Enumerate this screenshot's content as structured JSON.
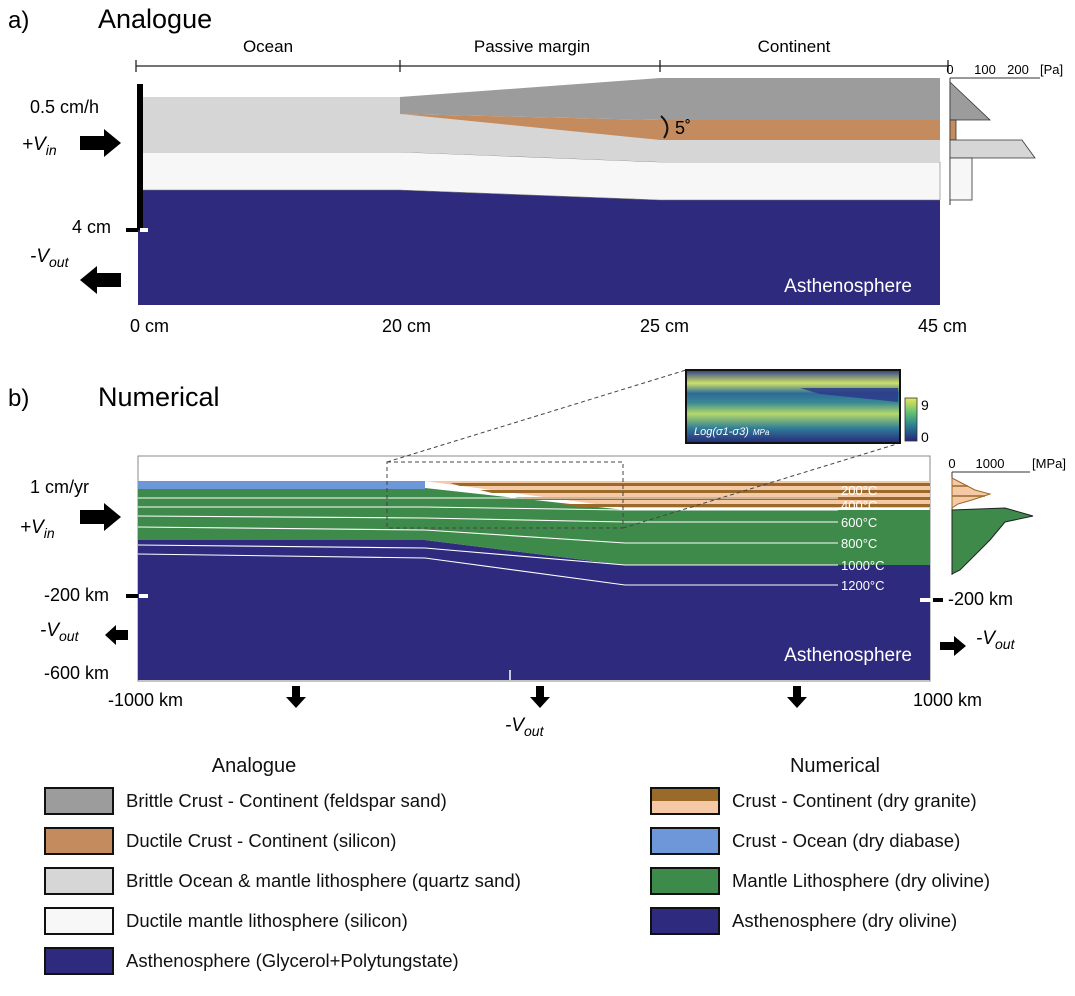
{
  "panel_a": {
    "letter": "a)",
    "title": "Analogue",
    "zones": [
      "Ocean",
      "Passive margin",
      "Continent"
    ],
    "velocity_in_value": "0.5 cm/h",
    "velocity_in_sign": "+V",
    "velocity_in_sub": "in",
    "velocity_out_sign": "-V",
    "velocity_out_sub": "out",
    "depth_label": "4 cm",
    "angle_label": "5˚",
    "layer_label": "Asthenosphere",
    "x_ticks": [
      "0 cm",
      "20 cm",
      "25 cm",
      "45 cm"
    ],
    "strength_axis": {
      "ticks": [
        "0",
        "100",
        "200"
      ],
      "unit": "[Pa]"
    }
  },
  "panel_b": {
    "letter": "b)",
    "title": "Numerical",
    "velocity_in_value": "1 cm/yr",
    "velocity_in_sign": "+V",
    "velocity_in_sub": "in",
    "velocity_out_sign": "-V",
    "velocity_out_sub": "out",
    "depth_labels": [
      "-200 km",
      "-600 km"
    ],
    "right_depth_label": "-200 km",
    "isotherms": [
      "200°C",
      "400°C",
      "600°C",
      "800°C",
      "1000°C",
      "1200°C"
    ],
    "layer_label": "Asthenosphere",
    "x_ticks": [
      "-1000 km",
      "1000 km"
    ],
    "inset": {
      "label": "Log(σ1-σ3)",
      "unit": "MPa",
      "colorbar_ticks": [
        "9",
        "0"
      ]
    },
    "strength_axis": {
      "ticks": [
        "0",
        "1000"
      ],
      "unit": "[MPa]"
    }
  },
  "legend_analogue": {
    "title": "Analogue",
    "items": [
      {
        "label": "Brittle Crust - Continent (feldspar sand)",
        "color": "#9c9c9c"
      },
      {
        "label": "Ductile Crust - Continent (silicon)",
        "color": "#c48b5e"
      },
      {
        "label": "Brittle Ocean & mantle lithosphere (quartz sand)",
        "color": "#d6d6d6"
      },
      {
        "label": "Ductile mantle lithosphere (silicon)",
        "color": "#f7f7f7"
      },
      {
        "label": "Asthenosphere (Glycerol+Polytungstate)",
        "color": "#2e2a7e"
      }
    ]
  },
  "legend_numerical": {
    "title": "Numerical",
    "items": [
      {
        "label": "Crust - Continent (dry granite)",
        "color_top": "#9a6a2a",
        "color_bottom": "#f6c9a6"
      },
      {
        "label": "Crust - Ocean (dry diabase)",
        "color": "#6d97d9"
      },
      {
        "label": "Mantle Lithosphere (dry olivine)",
        "color": "#3e8a4a"
      },
      {
        "label": "Asthenosphere (dry olivine)",
        "color": "#2e2a7e"
      }
    ]
  },
  "colors": {
    "asthenosphere": "#2e2a7e",
    "brittle_crust": "#9c9c9c",
    "ductile_crust": "#c48b5e",
    "brittle_ocean": "#d6d6d6",
    "ductile_mantle": "#f7f7f7",
    "crust_ocean": "#6d97d9",
    "crust_cont_dark": "#9a6a2a",
    "crust_cont_light": "#f6c9a6",
    "mantle_lith": "#3e8a4a"
  }
}
